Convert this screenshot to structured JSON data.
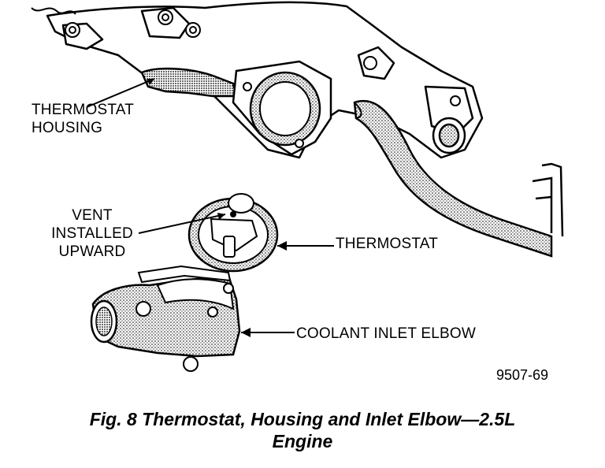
{
  "labels": {
    "thermostat_housing": [
      "THERMOSTAT",
      "HOUSING"
    ],
    "vent_installed_upward": [
      "VENT",
      "INSTALLED",
      "UPWARD"
    ],
    "thermostat": "THERMOSTAT",
    "coolant_inlet_elbow": "COOLANT INLET ELBOW"
  },
  "figure_number": "9507-69",
  "caption": {
    "line1": "Fig. 8 Thermostat, Housing and Inlet Elbow—2.5L",
    "line2": "Engine"
  }
}
